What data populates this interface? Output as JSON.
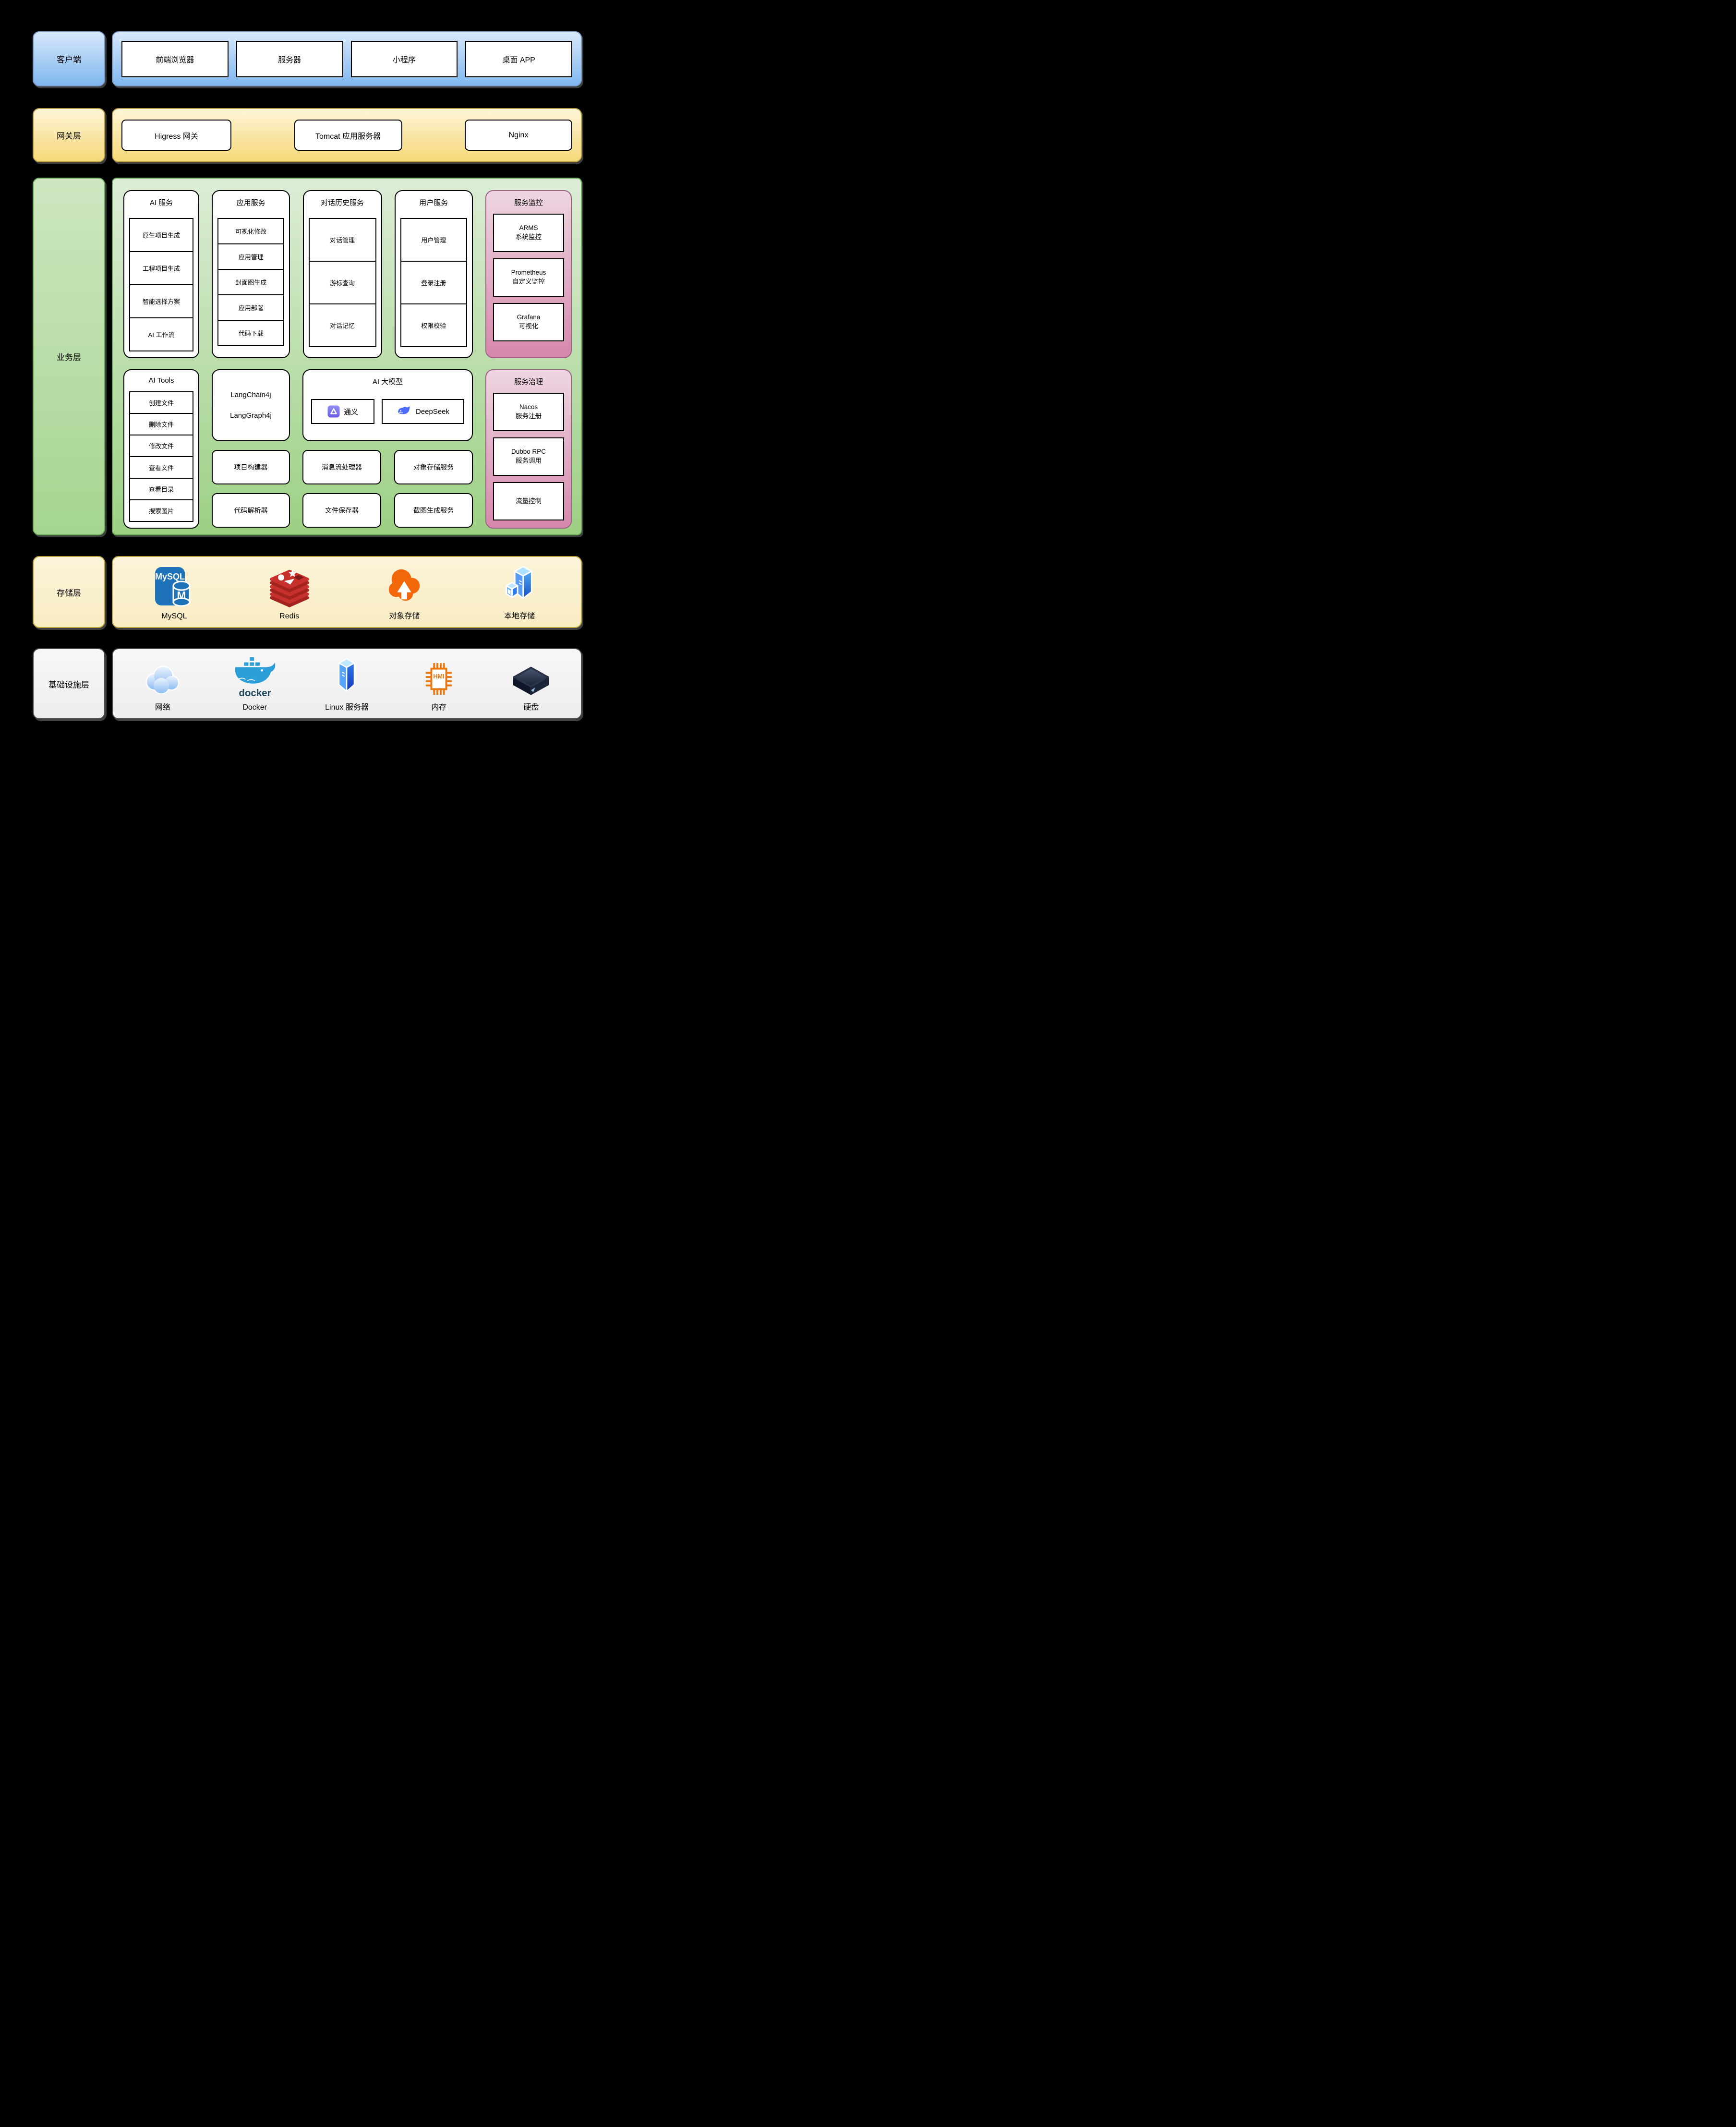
{
  "client": {
    "label": "客户端",
    "items": [
      "前端浏览器",
      "服务器",
      "小程序",
      "桌面 APP"
    ]
  },
  "gateway": {
    "label": "网关层",
    "items": [
      "Higress 网关",
      "Tomcat 应用服务器",
      "Nginx"
    ]
  },
  "business": {
    "label": "业务层",
    "ai_service": {
      "title": "AI 服务",
      "items": [
        "原生项目生成",
        "工程项目生成",
        "智能选择方案",
        "AI 工作流"
      ]
    },
    "app_service": {
      "title": "应用服务",
      "items": [
        "可视化修改",
        "应用管理",
        "封面图生成",
        "应用部署",
        "代码下载"
      ]
    },
    "chat_history_service": {
      "title": "对话历史服务",
      "items": [
        "对话管理",
        "游标查询",
        "对话记忆"
      ]
    },
    "user_service": {
      "title": "用户服务",
      "items": [
        "用户管理",
        "登录注册",
        "权限校验"
      ]
    },
    "service_monitor": {
      "title": "服务监控",
      "items": [
        {
          "line1": "ARMS",
          "line2": "系统监控"
        },
        {
          "line1": "Prometheus",
          "line2": "自定义监控"
        },
        {
          "line1": "Grafana",
          "line2": "可视化"
        }
      ]
    },
    "ai_tools": {
      "title": "AI Tools",
      "items": [
        "创建文件",
        "删除文件",
        "修改文件",
        "查看文件",
        "查看目录",
        "搜索图片"
      ]
    },
    "lang_frameworks": {
      "line1": "LangChain4j",
      "line2": "LangGraph4j"
    },
    "ai_models": {
      "title": "AI 大模型",
      "items": [
        {
          "name": "通义"
        },
        {
          "name": "DeepSeek"
        }
      ]
    },
    "service_governance": {
      "title": "服务治理",
      "items": [
        {
          "line1": "Nacos",
          "line2": "服务注册"
        },
        {
          "line1": "Dubbo RPC",
          "line2": "服务调用"
        },
        {
          "line1": "流量控制",
          "line2": ""
        }
      ]
    },
    "mid_boxes": [
      "项目构建器",
      "消息流处理器",
      "对象存储服务",
      "代码解析器",
      "文件保存器",
      "截图生成服务"
    ]
  },
  "storage": {
    "label": "存储层",
    "items": [
      {
        "name": "MySQL"
      },
      {
        "name": "Redis"
      },
      {
        "name": "对象存储"
      },
      {
        "name": "本地存储"
      }
    ]
  },
  "infra": {
    "label": "基础设施层",
    "items": [
      {
        "name": "网络"
      },
      {
        "name": "Docker"
      },
      {
        "name": "Linux 服务器"
      },
      {
        "name": "内存"
      },
      {
        "name": "硬盘"
      }
    ]
  },
  "icons": {
    "mysql_text": "MySQL",
    "mysql_m": "M",
    "hmi_text": "HMI",
    "docker_wordmark": "docker"
  },
  "colors": {
    "background": "#000000",
    "client_blue_top": "#d8e8fa",
    "client_blue_bottom": "#7fb7ef",
    "gateway_yellow_top": "#fdf5d7",
    "gateway_yellow_bottom": "#f5d878",
    "business_green_top": "#dcedd6",
    "business_green_bottom": "#9cd083",
    "business_border": "#6fae5c",
    "pink_top": "#eed5e1",
    "pink_bottom": "#d687ac",
    "pink_border": "#9a6386",
    "storage_cream": "#faf0cc",
    "storage_border": "#bfa43c",
    "infra_gray": "#f2f2f2",
    "infra_border": "#4a4a4a",
    "mysql_blue": "#1d72b8",
    "redis_red": "#c8302b",
    "oss_orange": "#f2670a",
    "docker_teal": "#2d9fd8",
    "hmi_orange": "#e87710",
    "tongyi_purple": "#7a71ea",
    "deepseek_blue": "#4d6bfe"
  }
}
